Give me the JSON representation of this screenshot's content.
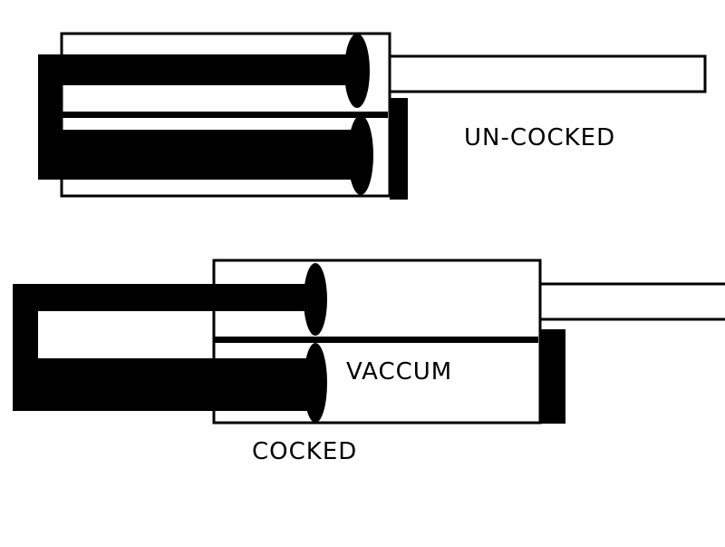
{
  "labels": {
    "uncocked": "UN-COCKED",
    "vacuum": "VACCUM",
    "cocked": "COCKED"
  },
  "colors": {
    "ink": "#000000",
    "paper": "#ffffff"
  }
}
